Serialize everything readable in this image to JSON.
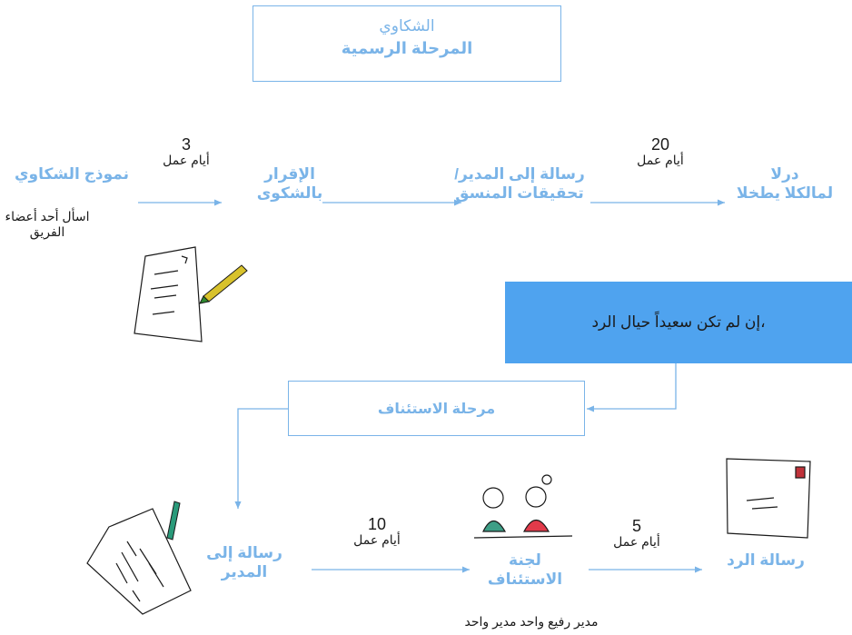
{
  "title": {
    "line1": "الشكاوي",
    "line2": "المرحلة الرسمية"
  },
  "formal_stage": {
    "complaint_form": "نموذج الشكاوي",
    "ask_team": "اسأل أحد أعضاء الفريق",
    "acknowledge_line1": "الإقرار",
    "acknowledge_line2": "بالشكوى",
    "letter_line1": "رسالة إلى المدير/",
    "letter_line2": "تحقيقات المنسق",
    "plan_line1": "درلا",
    "plan_line2": "لمالكلا يطخلا",
    "duration1_num": "3",
    "duration1_label": "أيام عمل",
    "duration2_num": "20",
    "duration2_label": "أيام عمل"
  },
  "callout": "،إن لم تكن سعيداً حيال الرد",
  "appeal_stage": {
    "box_label": "مرحلة الاستئناف",
    "letter_line1": "رسالة إلى",
    "letter_line2": "المدير",
    "committee_line1": "لجنة",
    "committee_line2": "الاستئناف",
    "committee_note": "مدير رفيع واحد مدير واحد",
    "reply_letter": "رسالة الرد",
    "duration3_num": "10",
    "duration3_label": "أيام عمل",
    "duration4_num": "5",
    "duration4_label": "أيام عمل"
  },
  "colors": {
    "accent": "#7ab4e8",
    "callout_bg": "#4fa3ef",
    "text": "#1a1a1a"
  }
}
